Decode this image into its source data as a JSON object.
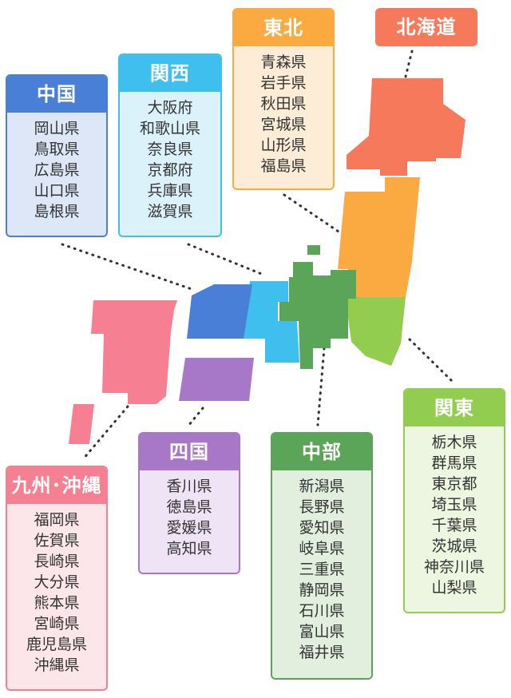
{
  "regions": {
    "chugoku": {
      "name": "中国",
      "color": "#4a7fd8",
      "bg": "#dde7f8",
      "prefectures": [
        "岡山県",
        "鳥取県",
        "広島県",
        "山口県",
        "島根県"
      ]
    },
    "kansai": {
      "name": "関西",
      "color": "#3fbfee",
      "bg": "#dcf2fb",
      "prefectures": [
        "大阪府",
        "和歌山県",
        "奈良県",
        "京都府",
        "兵庫県",
        "滋賀県"
      ]
    },
    "tohoku": {
      "name": "東北",
      "color": "#fba941",
      "bg": "#feedd6",
      "prefectures": [
        "青森県",
        "岩手県",
        "秋田県",
        "宮城県",
        "山形県",
        "福島県"
      ]
    },
    "hokkaido": {
      "name": "北海道",
      "color": "#f5795a"
    },
    "kanto": {
      "name": "関東",
      "color": "#93cd50",
      "bg": "#edf6e1",
      "prefectures": [
        "栃木県",
        "群馬県",
        "東京都",
        "埼玉県",
        "千葉県",
        "茨城県",
        "神奈川県",
        "山梨県"
      ]
    },
    "chubu": {
      "name": "中部",
      "color": "#5ba558",
      "bg": "#e2efdf",
      "prefectures": [
        "新潟県",
        "長野県",
        "愛知県",
        "岐阜県",
        "三重県",
        "静岡県",
        "石川県",
        "富山県",
        "福井県"
      ]
    },
    "shikoku": {
      "name": "四国",
      "color": "#a878c8",
      "bg": "#efe4f5",
      "prefectures": [
        "香川県",
        "徳島県",
        "愛媛県",
        "高知県"
      ]
    },
    "kyushu": {
      "name": "九州･沖縄",
      "color": "#f67f92",
      "bg": "#fde6ea",
      "prefectures": [
        "福岡県",
        "佐賀県",
        "長崎県",
        "大分県",
        "熊本県",
        "宮崎県",
        "鹿児島県",
        "沖縄県"
      ]
    }
  }
}
